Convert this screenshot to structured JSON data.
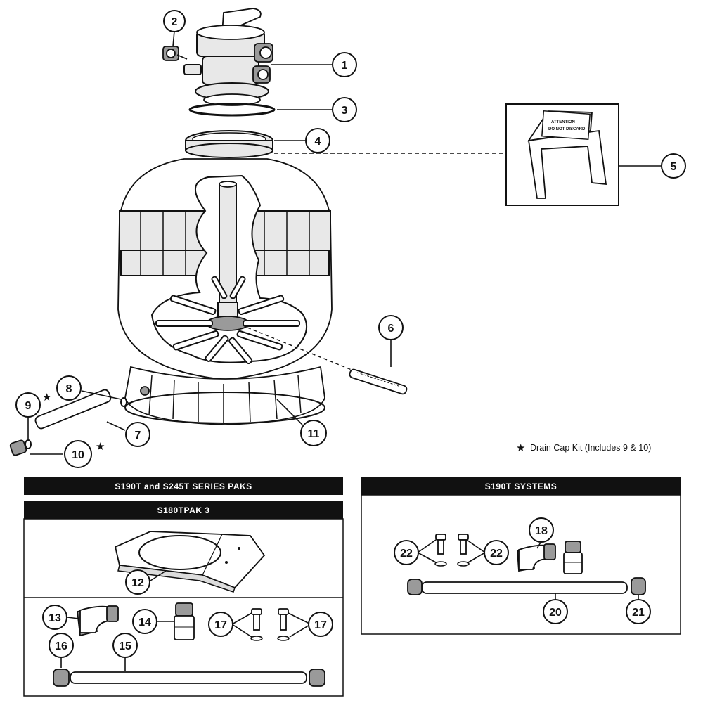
{
  "callouts": {
    "c1": "1",
    "c2": "2",
    "c3": "3",
    "c4": "4",
    "c5": "5",
    "c6": "6",
    "c7": "7",
    "c8": "8",
    "c9": "9",
    "c10": "10",
    "c11": "11",
    "c12": "12",
    "c13": "13",
    "c14": "14",
    "c15": "15",
    "c16": "16",
    "c17a": "17",
    "c17b": "17",
    "c18": "18",
    "c20": "20",
    "c21": "21",
    "c22a": "22",
    "c22b": "22"
  },
  "stars": {
    "s9": "★",
    "s10": "★",
    "note": "★"
  },
  "note": {
    "drain_cap_kit": "Drain Cap Kit (Includes 9 & 10)"
  },
  "sign": {
    "line1": "ATTENTION",
    "line2": "DO NOT DISCARD"
  },
  "boxes": {
    "series_paks": "S190T and S245T SERIES PAKS",
    "s180tpak": "S180TPAK 3",
    "s190t_systems": "S190T SYSTEMS"
  }
}
